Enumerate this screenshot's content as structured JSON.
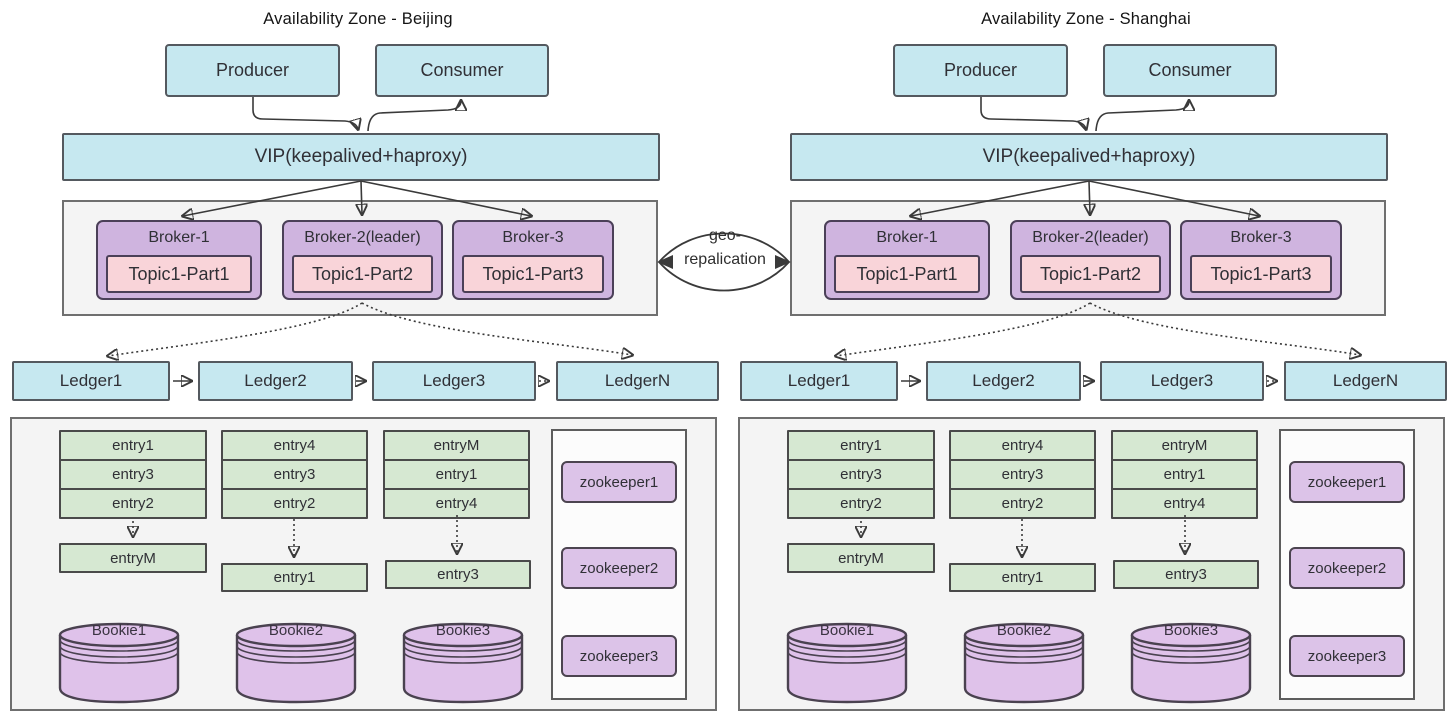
{
  "diagram": {
    "geo_link": {
      "line1": "geo-",
      "line2": "repalication"
    },
    "colors": {
      "cyan_fill": "#c6e8f0",
      "broker_purple_fill": "#cfb4df",
      "topic_pink_fill": "#f9d4d9",
      "entry_green_fill": "#d6e8d2",
      "zookeeper_purple_fill": "#dcc3e8",
      "bookie_purple_fill": "#dfc2ea",
      "frame_gray_fill": "#f4f4f4",
      "wire_color": "#3a3a3a"
    },
    "zones": [
      {
        "title": "Availability Zone - Beijing",
        "producer": "Producer",
        "consumer": "Consumer",
        "vip": "VIP(keepalived+haproxy)",
        "brokers": [
          {
            "label": "Broker-1",
            "topic": "Topic1-Part1"
          },
          {
            "label": "Broker-2(leader)",
            "topic": "Topic1-Part2"
          },
          {
            "label": "Broker-3",
            "topic": "Topic1-Part3"
          }
        ],
        "ledgers": [
          "Ledger1",
          "Ledger2",
          "Ledger3",
          "LedgerN"
        ],
        "entry_columns": [
          {
            "stack": [
              "entry1",
              "entry3",
              "entry2"
            ],
            "bottom": "entryM"
          },
          {
            "stack": [
              "entry4",
              "entry3",
              "entry2"
            ],
            "bottom": "entry1"
          },
          {
            "stack": [
              "entryM",
              "entry1",
              "entry4"
            ],
            "bottom": "entry3"
          }
        ],
        "bookies": [
          "Bookie1",
          "Bookie2",
          "Bookie3"
        ],
        "zookeepers": [
          "zookeeper1",
          "zookeeper2",
          "zookeeper3"
        ]
      },
      {
        "title": "Availability Zone - Shanghai",
        "producer": "Producer",
        "consumer": "Consumer",
        "vip": "VIP(keepalived+haproxy)",
        "brokers": [
          {
            "label": "Broker-1",
            "topic": "Topic1-Part1"
          },
          {
            "label": "Broker-2(leader)",
            "topic": "Topic1-Part2"
          },
          {
            "label": "Broker-3",
            "topic": "Topic1-Part3"
          }
        ],
        "ledgers": [
          "Ledger1",
          "Ledger2",
          "Ledger3",
          "LedgerN"
        ],
        "entry_columns": [
          {
            "stack": [
              "entry1",
              "entry3",
              "entry2"
            ],
            "bottom": "entryM"
          },
          {
            "stack": [
              "entry4",
              "entry3",
              "entry2"
            ],
            "bottom": "entry1"
          },
          {
            "stack": [
              "entryM",
              "entry1",
              "entry4"
            ],
            "bottom": "entry3"
          }
        ],
        "bookies": [
          "Bookie1",
          "Bookie2",
          "Bookie3"
        ],
        "zookeepers": [
          "zookeeper1",
          "zookeeper2",
          "zookeeper3"
        ]
      }
    ]
  }
}
